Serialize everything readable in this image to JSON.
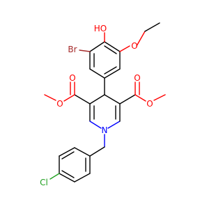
{
  "atoms": {
    "br": {
      "text": "Br",
      "color": "#a52a2a"
    },
    "hydroxyl": {
      "text": "HO",
      "color": "#ff0000"
    },
    "ether_o": {
      "text": "O",
      "color": "#ff0000"
    },
    "ester_left_carbonyl_o": {
      "text": "O",
      "color": "#ff0000"
    },
    "ester_left_alkoxy_o": {
      "text": "O",
      "color": "#ff0000"
    },
    "ester_right_carbonyl_o": {
      "text": "O",
      "color": "#ff0000"
    },
    "ester_right_alkoxy_o": {
      "text": "O",
      "color": "#ff0000"
    },
    "ring_n": {
      "text": "N",
      "color": "#0000ff"
    },
    "cl": {
      "text": "Cl",
      "color": "#1fa01f"
    }
  }
}
